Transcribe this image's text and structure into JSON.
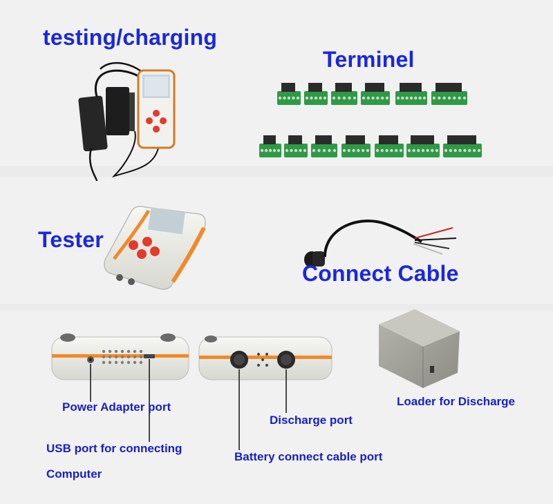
{
  "headings": {
    "testing_charging": "testing/charging",
    "terminel": "Terminel",
    "tester": "Tester",
    "connect_cable": "Connect Cable"
  },
  "labels": {
    "power_adapter_port": "Power Adapter port",
    "usb_port_line1": "USB port for connecting",
    "usb_port_line2": "Computer",
    "discharge_port": "Discharge port",
    "battery_connect_cable_port": "Battery connect cable port",
    "loader_for_discharge": "Loader for Discharge"
  },
  "colors": {
    "heading_blue": "#1a27e0",
    "label_blue": "#1620c8",
    "device_orange": "#f08a2a",
    "button_red": "#e23a2c",
    "terminal_green": "#2e9a45",
    "background": "#f1f1f1"
  },
  "terminal_blocks": {
    "top_row": 6,
    "bottom_row": 7
  }
}
